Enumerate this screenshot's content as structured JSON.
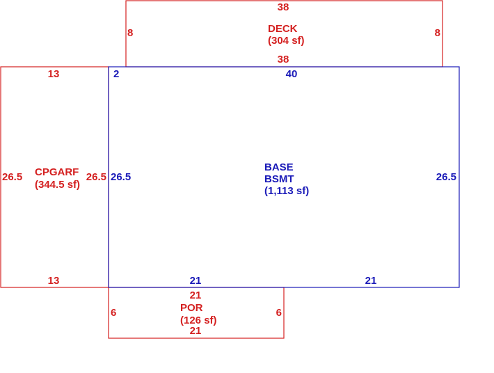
{
  "colors": {
    "red": "#d42020",
    "blue": "#1a1ab8"
  },
  "deck": {
    "name": "DECK",
    "area": "(304 sf)",
    "dim_top": "38",
    "dim_bottom": "38",
    "dim_left": "8",
    "dim_right": "8"
  },
  "cpgarf": {
    "name": "CPGARF",
    "area": "(344.5 sf)",
    "dim_top": "13",
    "dim_bottom": "13",
    "dim_left": "26.5",
    "dim_right": "26.5"
  },
  "base": {
    "name_line1": "BASE",
    "name_line2": "BSMT",
    "area": "(1,113 sf)",
    "dim_top_short": "2",
    "dim_top": "40",
    "dim_left": "26.5",
    "dim_right": "26.5",
    "dim_bottom_left": "21",
    "dim_bottom_right": "21"
  },
  "por": {
    "name": "POR",
    "area": "(126 sf)",
    "dim_top": "21",
    "dim_bottom": "21",
    "dim_left": "6",
    "dim_right": "6"
  }
}
